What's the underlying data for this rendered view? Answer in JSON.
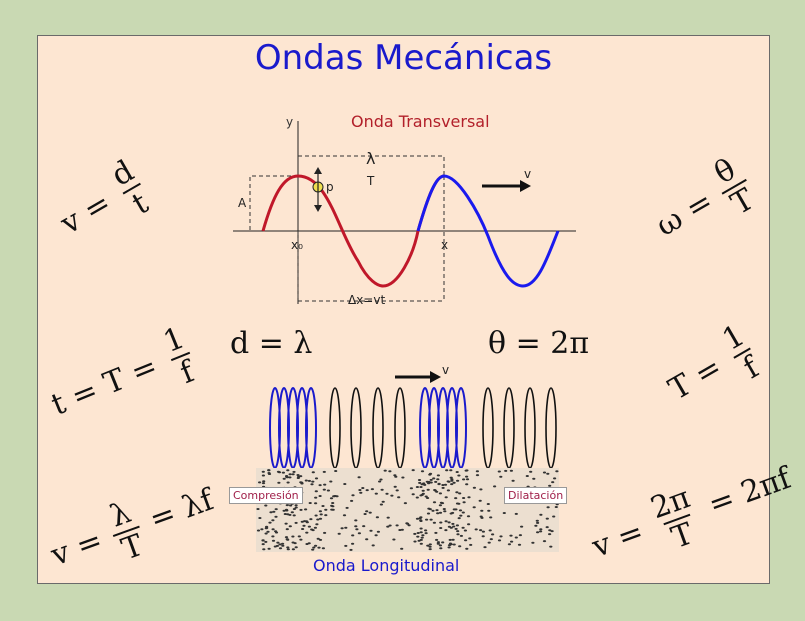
{
  "title": "Ondas Mecánicas",
  "transversal": {
    "title": "Onda Transversal",
    "y_axis": "y",
    "lambda": "λ",
    "period": "T",
    "amplitude": "A",
    "point": "p",
    "x0": "x₀",
    "x": "x",
    "delta": "Δx=vt",
    "velocity": "v"
  },
  "longitudinal": {
    "title": "Onda Longitudinal",
    "compression": "Compresión",
    "dilatation": "Dilatación",
    "velocity": "v"
  },
  "formulas": {
    "v_lhs": "v =",
    "v_num": "d",
    "v_den": "t",
    "omega_lhs": "ω =",
    "omega_num": "θ",
    "omega_den": "T",
    "d_eq": "d = λ",
    "theta_eq": "θ = 2π",
    "t_lhs": "t = T =",
    "t_num": "1",
    "t_den": "f",
    "T_lhs": "T =",
    "T_num": "1",
    "T_den": "f",
    "vl_lhs": "v =",
    "vl_num": "λ",
    "vl_den": "T",
    "vl_rhs": "= λf",
    "vw_lhs": "v =",
    "vw_num": "2π",
    "vw_den": "T",
    "vw_rhs": "= 2πf"
  },
  "colors": {
    "title": "#1a1acc",
    "wave_red": "#c0182a",
    "wave_blue": "#1a1aee",
    "background": "#fde6d2",
    "outer": "#c9d9b3"
  }
}
